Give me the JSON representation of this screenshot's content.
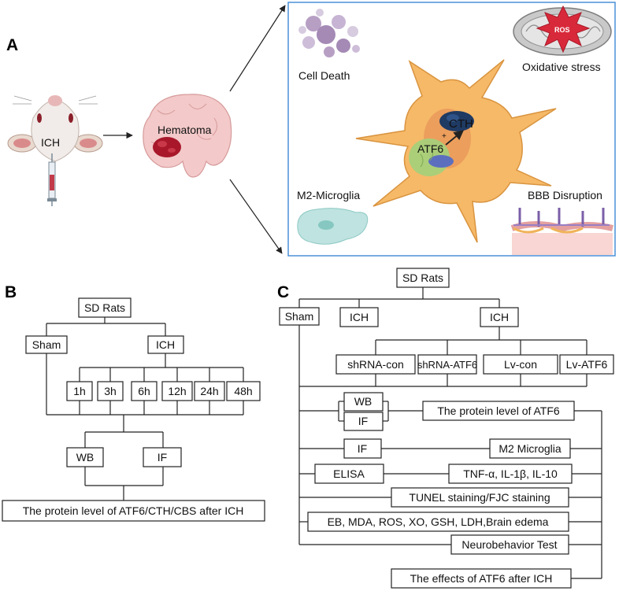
{
  "panel_a": {
    "letter": "A",
    "ich": "ICH",
    "hematoma": "Hematoma",
    "cell_death": "Cell Death",
    "ros": "ROS",
    "oxidative_stress": "Oxidative stress",
    "cth": "CTH",
    "plus": "+",
    "atf6": "ATF6",
    "m2_microglia": "M2-Microglia",
    "bbb": "BBB Disruption"
  },
  "panel_b": {
    "letter": "B",
    "root": "SD Rats",
    "sham": "Sham",
    "ich": "ICH",
    "times": [
      "1h",
      "3h",
      "6h",
      "12h",
      "24h",
      "48h"
    ],
    "wb": "WB",
    "if": "IF",
    "result": "The protein level of ATF6/CTH/CBS after ICH"
  },
  "panel_c": {
    "letter": "C",
    "root": "SD Rats",
    "sham": "Sham",
    "ich1": "ICH",
    "ich2": "ICH",
    "groups": [
      "shRNA-con",
      "shRNA-ATF6",
      "Lv-con",
      "Lv-ATF6"
    ],
    "wb": "WB",
    "if1": "IF",
    "protein": "The protein level of ATF6",
    "if2": "IF",
    "m2": "M2 Microglia",
    "elisa": "ELISA",
    "cytokines": "TNF-α, IL-1β, IL-10",
    "tunel": "TUNEL staining/FJC staining",
    "markers": "EB, MDA, ROS, XO, GSH, LDH,Brain edema",
    "neuro": "Neurobehavior Test",
    "effects": "The effects of ATF6 after ICH"
  }
}
